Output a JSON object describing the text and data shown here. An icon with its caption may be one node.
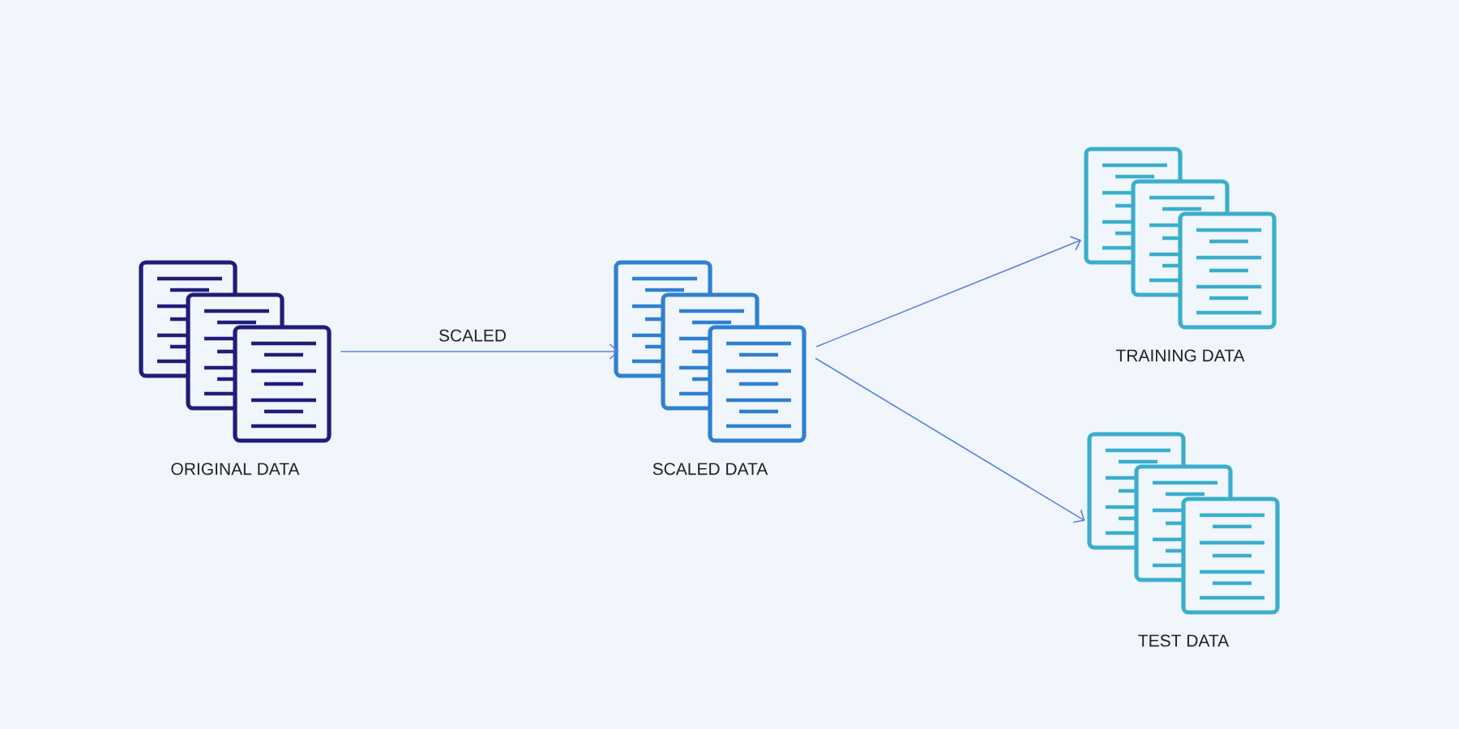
{
  "diagram": {
    "nodes": [
      {
        "text": [
          "ORIGINAL DATA"
        ]
      },
      {
        "text": [
          "SCALED  DATA"
        ]
      },
      {
        "text": [
          "TRAINING  DATA"
        ]
      },
      {
        "text": [
          "TEST  DATA"
        ]
      }
    ],
    "edges": [
      {
        "from": 0,
        "to": 1,
        "arrow": "to",
        "label": "SCALED"
      },
      {
        "from": 1,
        "to": 2,
        "arrow": "to"
      },
      {
        "from": 1,
        "to": 3,
        "arrow": "to"
      }
    ]
  }
}
